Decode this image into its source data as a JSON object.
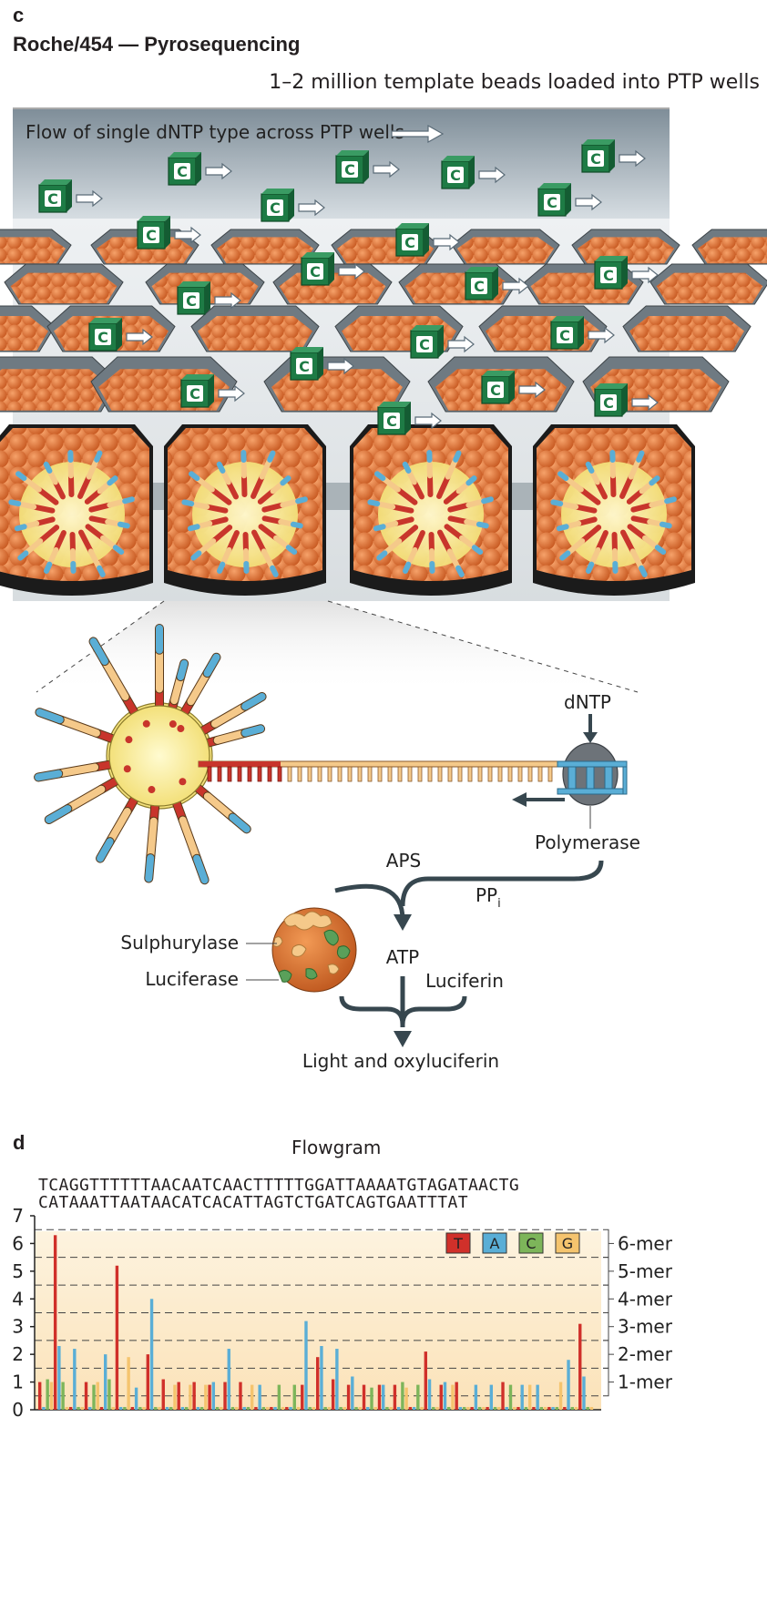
{
  "panel_c": {
    "letter": "c",
    "title": "Roche/454 — Pyrosequencing",
    "subtitle": "1–2 million template beads loaded into PTP wells",
    "flow_label": "Flow of single dNTP type across PTP wells",
    "nucleotide_letter": "C",
    "labels": {
      "dntp": "dNTP",
      "polymerase": "Polymerase",
      "aps": "APS",
      "ppi": "PP",
      "ppi_sub": "i",
      "atp": "ATP",
      "sulphurylase": "Sulphurylase",
      "luciferase": "Luciferase",
      "luciferin": "Luciferin",
      "light": "Light and oxyluciferin"
    },
    "colors": {
      "nucleotide": "#1e7b45",
      "bead": "#e07a3a",
      "template_red": "#c8352c",
      "template_yellow": "#f5c98a",
      "template_blue": "#5aaed6",
      "arrow": "#37474f"
    }
  },
  "panel_d": {
    "letter": "d",
    "title": "Flowgram",
    "sequence_lines": [
      "TCAGGTTTTTTAACAATCAACTTTTTGGATTAAAATGTAGATAACTG",
      "CATAAATTAATAACATCACATTAGTCTGATCAGTGAATTTAT"
    ],
    "y_ticks": [
      "0",
      "1",
      "2",
      "3",
      "4",
      "5",
      "6",
      "7"
    ],
    "mer_labels": [
      "1-mer",
      "2-mer",
      "3-mer",
      "4-mer",
      "5-mer",
      "6-mer"
    ],
    "legend": [
      {
        "letter": "T",
        "color": "#d0302a"
      },
      {
        "letter": "A",
        "color": "#5aaed6"
      },
      {
        "letter": "C",
        "color": "#7db55a"
      },
      {
        "letter": "G",
        "color": "#f5c46e"
      }
    ]
  },
  "chart_data": {
    "type": "bar",
    "title": "Flowgram",
    "flow_order": [
      "T",
      "A",
      "C",
      "G"
    ],
    "ylim": [
      0,
      7
    ],
    "values": [
      1.0,
      0.1,
      1.1,
      1.0,
      6.3,
      2.3,
      1.0,
      0.1,
      0.1,
      2.2,
      0.1,
      0.1,
      1.0,
      0.1,
      0.9,
      1.0,
      0.1,
      2.0,
      1.1,
      0.1,
      5.2,
      0.1,
      0.1,
      1.9,
      0.1,
      0.8,
      0.1,
      0.1,
      2.0,
      4.0,
      0.1,
      0.1,
      1.1,
      0.1,
      0.1,
      0.9,
      1.0,
      0.1,
      0.1,
      0.9,
      1.0,
      0.1,
      0.1,
      0.9,
      0.9,
      1.0,
      0.1,
      0.1,
      1.0,
      2.2,
      0.1,
      0.1,
      1.0,
      0.1,
      0.1,
      0.9,
      0.1,
      0.9,
      0.1,
      0.1,
      0.1,
      0.1,
      0.9,
      0.1,
      0.1,
      0.1,
      0.9,
      0.1,
      0.9,
      3.2,
      0.1,
      0.1,
      1.9,
      2.3,
      0.1,
      0.1,
      1.1,
      2.2,
      0.1,
      0.1,
      0.9,
      1.2,
      0.1,
      0.1,
      0.9,
      0.1,
      0.8,
      0.1,
      0.9,
      0.9,
      0.1,
      0.1,
      0.9,
      0.1,
      1.0,
      0.8,
      0.1,
      0.1,
      0.9,
      0.1,
      2.1,
      1.1,
      0.1,
      0.1,
      0.9,
      1.0,
      0.1,
      0.9,
      1.0,
      0.1,
      0.1,
      0.1,
      0.1,
      0.9,
      0.1,
      0.1,
      0.1,
      0.9,
      0.1,
      0.1,
      1.0,
      0.1,
      0.9,
      0.1,
      0.1,
      0.9,
      0.1,
      0.9,
      0.1,
      0.9,
      0.1,
      0.1,
      0.1,
      0.1,
      0.1,
      1.0,
      0.1,
      1.8,
      0.1,
      0.1,
      3.1,
      1.2,
      0.1,
      0.1
    ]
  }
}
